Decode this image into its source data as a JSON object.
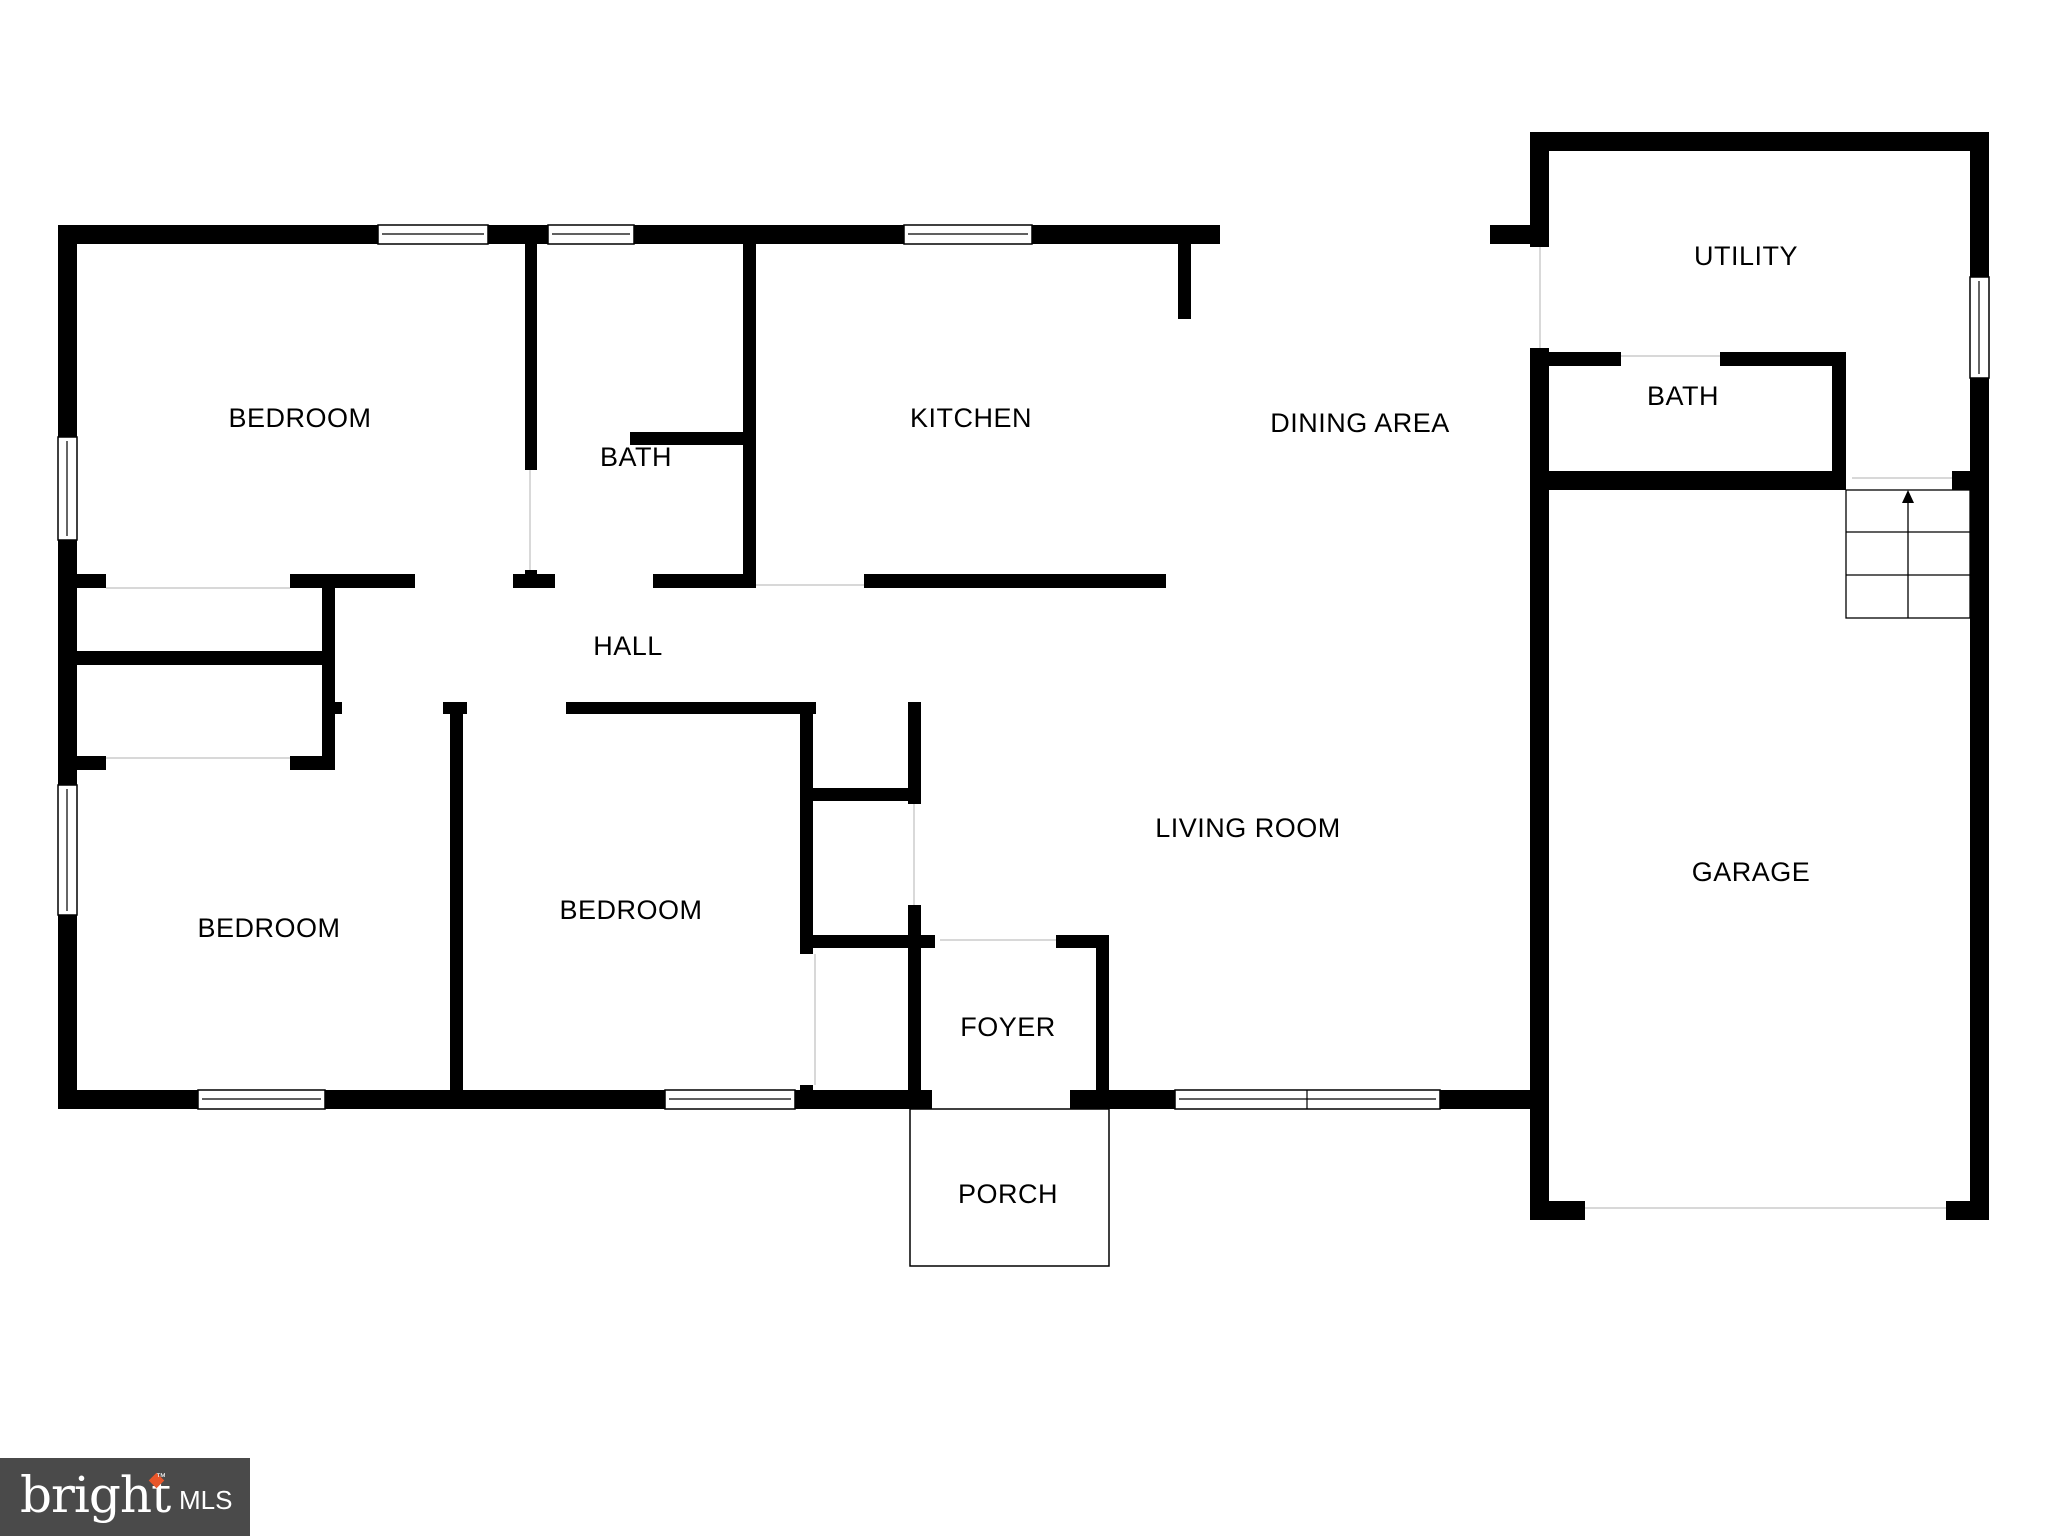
{
  "rooms": {
    "bedroom_1": "BEDROOM",
    "bath_1": "BATH",
    "kitchen": "KITCHEN",
    "dining": "DINING AREA",
    "utility": "UTILITY",
    "bath_2": "BATH",
    "hall": "HALL",
    "living": "LIVING ROOM",
    "garage": "GARAGE",
    "bedroom_2": "BEDROOM",
    "bedroom_3": "BEDROOM",
    "foyer": "FOYER",
    "porch": "PORCH"
  },
  "logo": {
    "word": "bright",
    "trademark": "™",
    "suffix": "MLS"
  },
  "colors": {
    "wall": "#000000",
    "background": "#ffffff",
    "logo_bg": "#4a4a4a",
    "logo_accent": "#e8562a"
  }
}
